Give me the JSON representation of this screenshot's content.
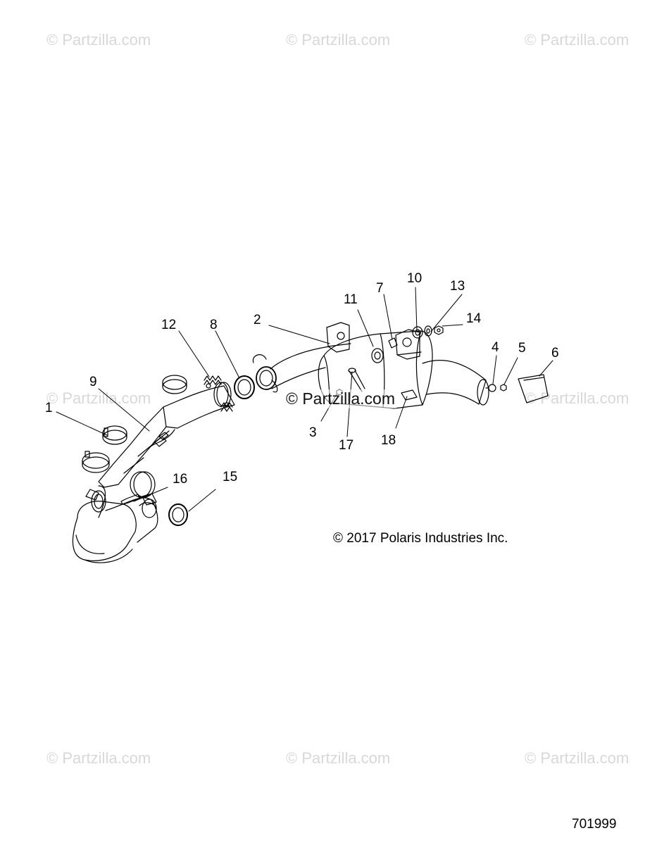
{
  "watermarks": [
    "© Partzilla.com",
    "© Partzilla.com",
    "© Partzilla.com",
    "© Partzilla.com",
    "© Partzilla.com",
    "© Partzilla.com",
    "© Partzilla.com",
    "© Partzilla.com"
  ],
  "center_watermark": "© Partzilla.com",
  "callouts": {
    "c1": "1",
    "c2": "2",
    "c3": "3",
    "c4": "4",
    "c5": "5",
    "c6": "6",
    "c7": "7",
    "c8": "8",
    "c9": "9",
    "c10": "10",
    "c11": "11",
    "c12": "12",
    "c13": "13",
    "c14": "14",
    "c15": "15",
    "c16": "16",
    "c17": "17",
    "c18": "18"
  },
  "copyright": "© 2017 Polaris Industries Inc.",
  "diagram_id": "701999"
}
